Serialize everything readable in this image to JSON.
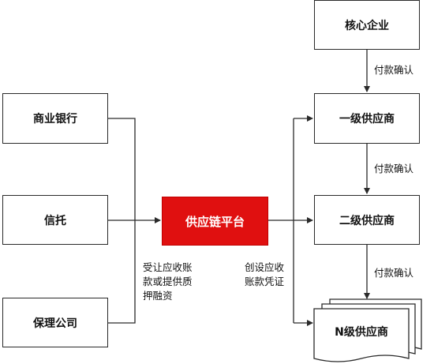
{
  "nodes": {
    "core": "核心企业",
    "tier1": "一级供应商",
    "tier2": "二级供应商",
    "tierN": "N级供应商",
    "bank": "商业银行",
    "trust": "信托",
    "factoring": "保理公司",
    "platform": "供应链平台"
  },
  "edges": {
    "confirm_1": "付款确认",
    "confirm_2": "付款确认",
    "confirm_3": "付款确认",
    "finance_line1": "受让应收账",
    "finance_line2": "款或提供质",
    "finance_line3": "押融资",
    "voucher_line1": "创设应收",
    "voucher_line2": "账款凭证"
  },
  "colors": {
    "platform_fill": "#e01010",
    "line": "#2a2a2a"
  }
}
